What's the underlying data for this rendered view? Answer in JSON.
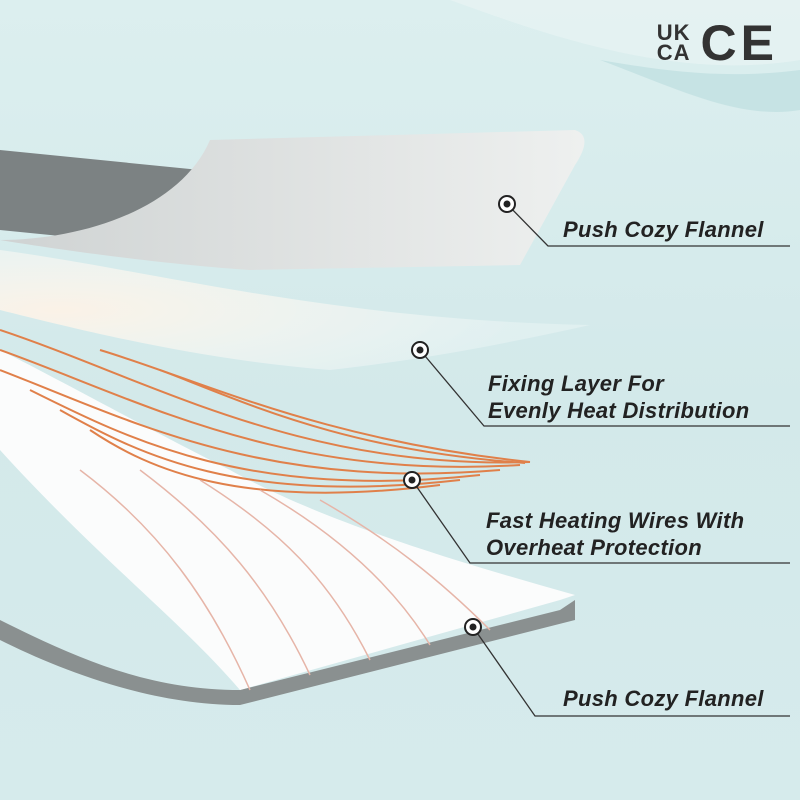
{
  "certifications": {
    "ukca_line1": "UK",
    "ukca_line2": "CA",
    "ce": "CE"
  },
  "layers": [
    {
      "label_lines": [
        "Push Cozy Flannel"
      ]
    },
    {
      "label_lines": [
        "Fixing Layer For",
        "Evenly Heat Distribution"
      ]
    },
    {
      "label_lines": [
        "Fast Heating Wires With",
        "Overheat Protection"
      ]
    },
    {
      "label_lines": [
        "Push Cozy Flannel"
      ]
    }
  ],
  "colors": {
    "background": "#d8ecee",
    "wire": "#e0804a",
    "text": "#222222"
  }
}
